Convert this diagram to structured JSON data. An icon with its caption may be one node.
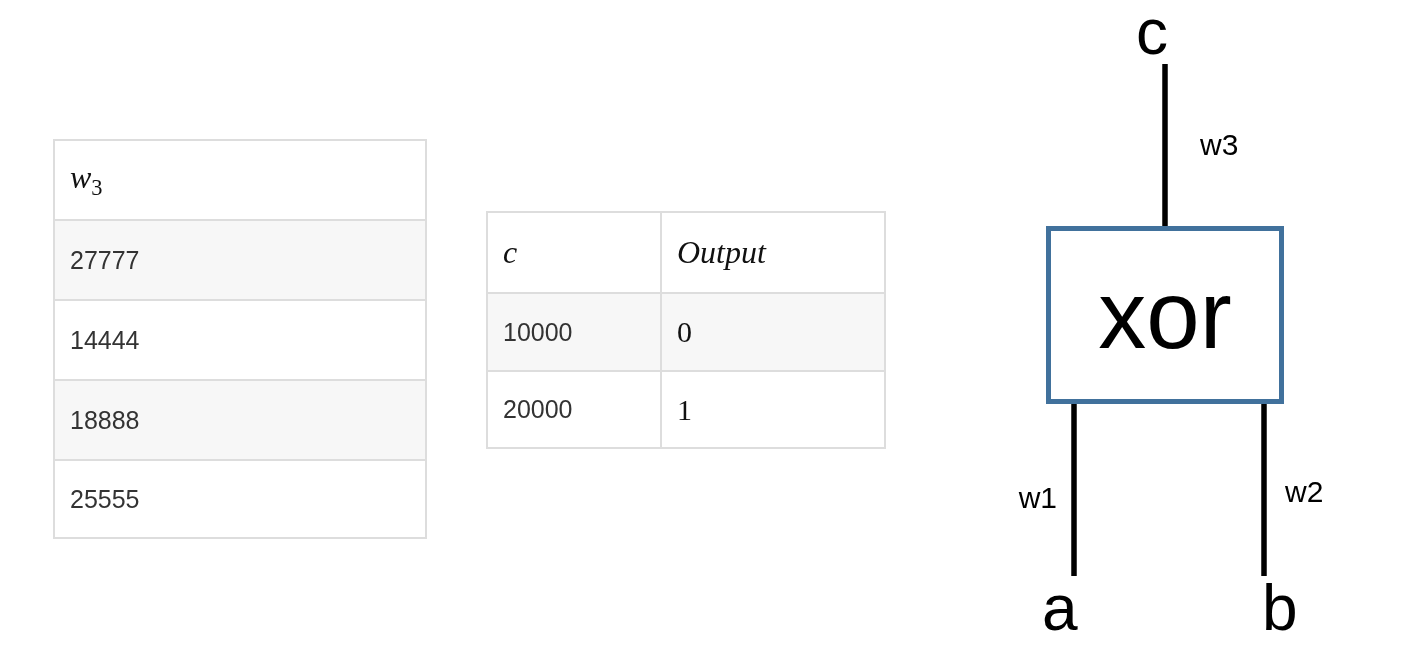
{
  "diagram": {
    "nodes": [
      {
        "text": [
          "c"
        ]
      },
      {
        "text": [
          "xor"
        ]
      },
      {
        "text": [
          "a"
        ]
      },
      {
        "text": [
          "b"
        ]
      }
    ],
    "edges": [
      {
        "from": 1,
        "to": 0,
        "arrow": "none",
        "label": "w3"
      },
      {
        "from": 2,
        "to": 1,
        "arrow": "none",
        "label": "w1"
      },
      {
        "from": 3,
        "to": 1,
        "arrow": "none",
        "label": "w2"
      }
    ],
    "labels": [
      "*w*$_{3}$",
      "27777",
      "14444",
      "18888",
      "25555",
      "c",
      "Output",
      "10000",
      "0",
      "20000",
      "1"
    ]
  }
}
